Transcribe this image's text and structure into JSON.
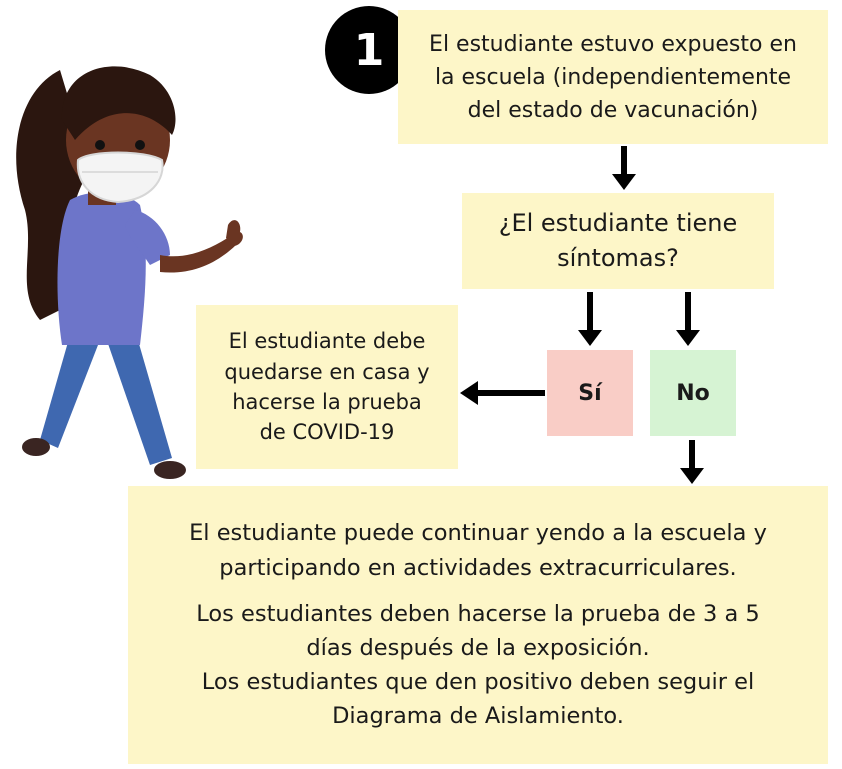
{
  "step_badge": "1",
  "exposed": "El estudiante estuvo expuesto en\nla escuela (independientemente\ndel estado de vacunación)",
  "question": "¿El estudiante tiene\nsíntomas?",
  "yes_label": "Sí",
  "no_label": "No",
  "yes_outcome": "El estudiante debe\nquedarse en casa y\nhacerse la prueba\nde COVID-19",
  "no_outcome": {
    "paragraph1": "El estudiante puede continuar yendo a la escuela y\nparticipando en actividades extracurriculares.",
    "paragraph2": "Los estudiantes deben hacerse la prueba de 3 a 5\ndías después de la exposición.\nLos estudiantes que den positivo deben seguir el\nDiagrama de Aislamiento."
  },
  "colors": {
    "box": "#fdf6c8",
    "yes": "#f9cdc6",
    "no": "#d6f3d3",
    "badge": "#000000"
  }
}
